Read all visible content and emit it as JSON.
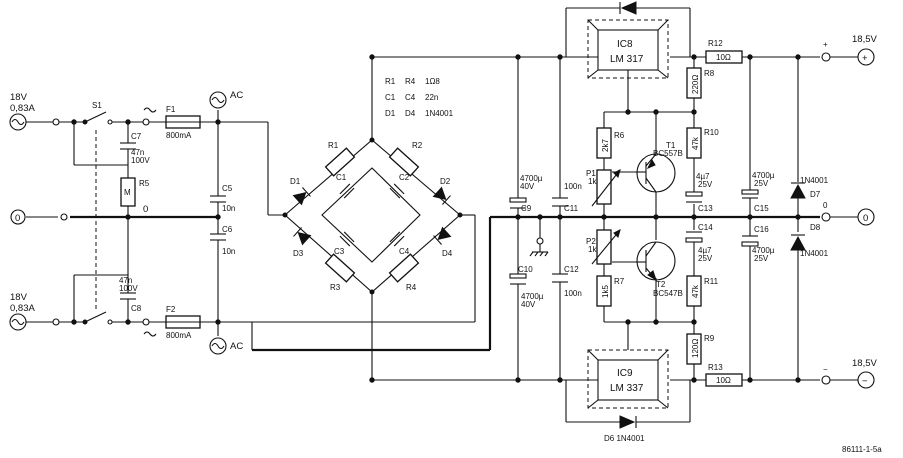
{
  "input_top": {
    "voltage": "18V",
    "current": "0,83A",
    "ac": "AC"
  },
  "input_bot": {
    "voltage": "18V",
    "current": "0,83A",
    "ac": "AC"
  },
  "switch1": "S1",
  "fuse1": {
    "ref": "F1",
    "value": "800mA"
  },
  "fuse2": {
    "ref": "F2",
    "value": "800mA"
  },
  "c7": {
    "ref": "C7",
    "v1": "47n",
    "v2": "100V"
  },
  "c8": {
    "ref": "C8",
    "v1": "47n",
    "v2": "100V"
  },
  "r5": "R5",
  "r5_value": "M",
  "c5": {
    "ref": "C5",
    "value": "10n"
  },
  "c6": {
    "ref": "C6",
    "value": "10n"
  },
  "zero": "0",
  "zero_mark": "0",
  "legend": {
    "l1a": "R1",
    "l1b": "R4",
    "l1c": "1Ω8",
    "l2a": "C1",
    "l2b": "C4",
    "l2c": "22n",
    "l3a": "D1",
    "l3b": "D4",
    "l3c": "1N4001"
  },
  "bridge": {
    "r1": "R1",
    "r2": "R2",
    "r3": "R3",
    "r4": "R4",
    "c1": "C1",
    "c2": "C2",
    "c3": "C3",
    "c4": "C4",
    "d1": "D1",
    "d2": "D2",
    "d3": "D3",
    "d4": "D4"
  },
  "c9": {
    "ref": "C9",
    "v1": "4700µ",
    "v2": "40V"
  },
  "c10": {
    "ref": "C10",
    "v1": "4700µ",
    "v2": "40V"
  },
  "c11": {
    "ref": "C11",
    "value": "100n"
  },
  "c12": {
    "ref": "C12",
    "value": "100n"
  },
  "ic8": {
    "ref": "IC8",
    "part": "LM 317"
  },
  "ic9": {
    "ref": "IC9",
    "part": "LM 337"
  },
  "d6": "D6  1N4001",
  "r6": {
    "ref": "R6",
    "value": "2k7"
  },
  "r7": {
    "ref": "R7",
    "value": "1k5"
  },
  "p1": {
    "ref": "P1",
    "value": "1k"
  },
  "p2": {
    "ref": "P2",
    "value": "1k"
  },
  "t1": {
    "ref": "T1",
    "part": "BC557B"
  },
  "t2": {
    "ref": "T2",
    "part": "BC547B"
  },
  "r8": {
    "ref": "R8",
    "value": "220Ω"
  },
  "r9": {
    "ref": "R9",
    "value": "120Ω"
  },
  "r10": {
    "ref": "R10",
    "value": "47k"
  },
  "r11": {
    "ref": "R11",
    "value": "47k"
  },
  "c13": {
    "ref": "C13",
    "v1": "4µ7",
    "v2": "25V"
  },
  "c14": {
    "ref": "C14",
    "v1": "4µ7",
    "v2": "25V"
  },
  "r12": {
    "ref": "R12",
    "value": "10Ω"
  },
  "r13": {
    "ref": "R13",
    "value": "10Ω"
  },
  "c15": {
    "ref": "C15",
    "v1": "4700µ",
    "v2": "25V"
  },
  "c16": {
    "ref": "C16",
    "v1": "4700µ",
    "v2": "25V"
  },
  "d7": {
    "ref": "D7",
    "part": "1N4001"
  },
  "d8": {
    "ref": "D8",
    "part": "1N4001"
  },
  "out_pos": {
    "voltage": "18,5V",
    "sign": "+",
    "mark": "+"
  },
  "out_neg": {
    "voltage": "18,5V",
    "sign": "−",
    "mark": "−"
  },
  "out_zero": "0",
  "figure_code": "86111-1-5a"
}
